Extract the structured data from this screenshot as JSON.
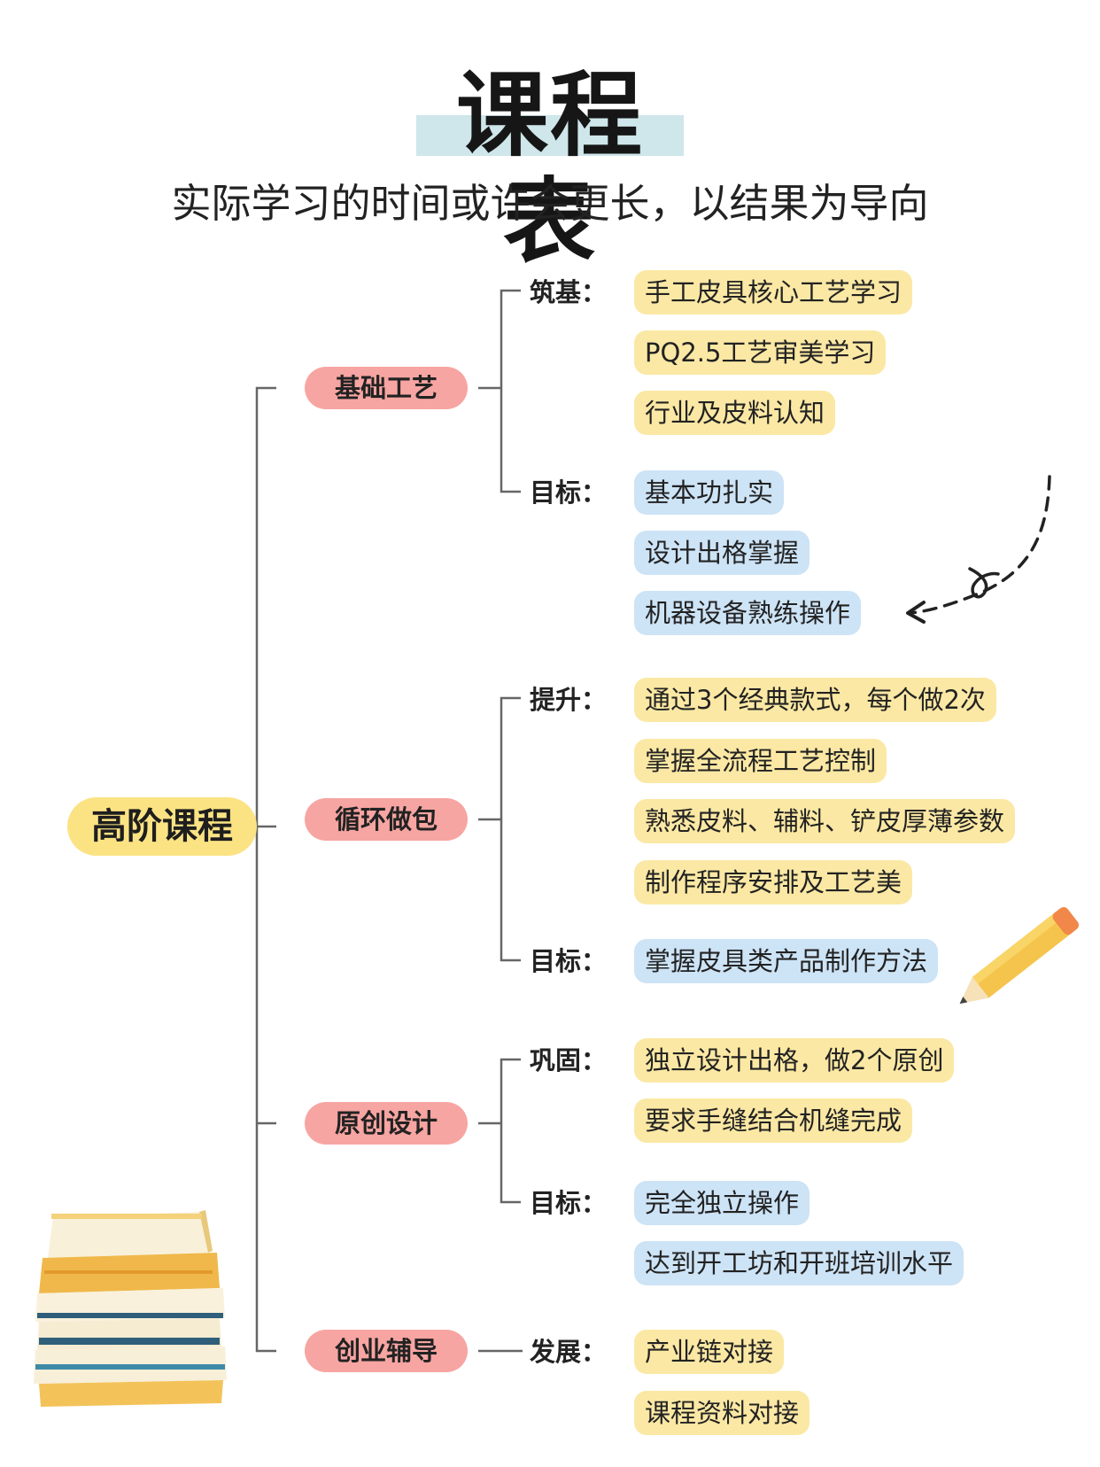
{
  "header": {
    "title": "课程表",
    "subtitle": "实际学习的时间或许会更长，以结果为导向"
  },
  "root": {
    "label": "高阶课程"
  },
  "modules": [
    {
      "name": "基础工艺",
      "groups": [
        {
          "label": "筑基：",
          "items": [
            "手工皮具核心工艺学习",
            "PQ2.5工艺审美学习",
            "行业及皮料认知"
          ]
        },
        {
          "label": "目标：",
          "items": [
            "基本功扎实",
            "设计出格掌握",
            "机器设备熟练操作"
          ]
        }
      ]
    },
    {
      "name": "循环做包",
      "groups": [
        {
          "label": "提升：",
          "items": [
            "通过3个经典款式，每个做2次",
            "掌握全流程工艺控制",
            "熟悉皮料、辅料、铲皮厚薄参数",
            "制作程序安排及工艺美"
          ]
        },
        {
          "label": "目标：",
          "items": [
            "掌握皮具类产品制作方法"
          ]
        }
      ]
    },
    {
      "name": "原创设计",
      "groups": [
        {
          "label": "巩固：",
          "items": [
            "独立设计出格，做2个原创",
            "要求手缝结合机缝完成"
          ]
        },
        {
          "label": "目标：",
          "items": [
            "完全独立操作",
            "达到开工坊和开班培训水平"
          ]
        }
      ]
    },
    {
      "name": "创业辅导",
      "groups": [
        {
          "label": "发展：",
          "items": [
            "产业链对接",
            "课程资料对接"
          ]
        }
      ]
    }
  ],
  "colors": {
    "root_fill": "#fbe384",
    "module_fill": "#f7a5a2",
    "content_item_fill": "#fbe8a4",
    "goal_item_fill": "#cde3f6",
    "title_highlight": "#cfe6ea",
    "line": "#666666"
  },
  "decorations": [
    "dashed-arrow-icon",
    "pencil-icon",
    "book-stack-icon"
  ]
}
